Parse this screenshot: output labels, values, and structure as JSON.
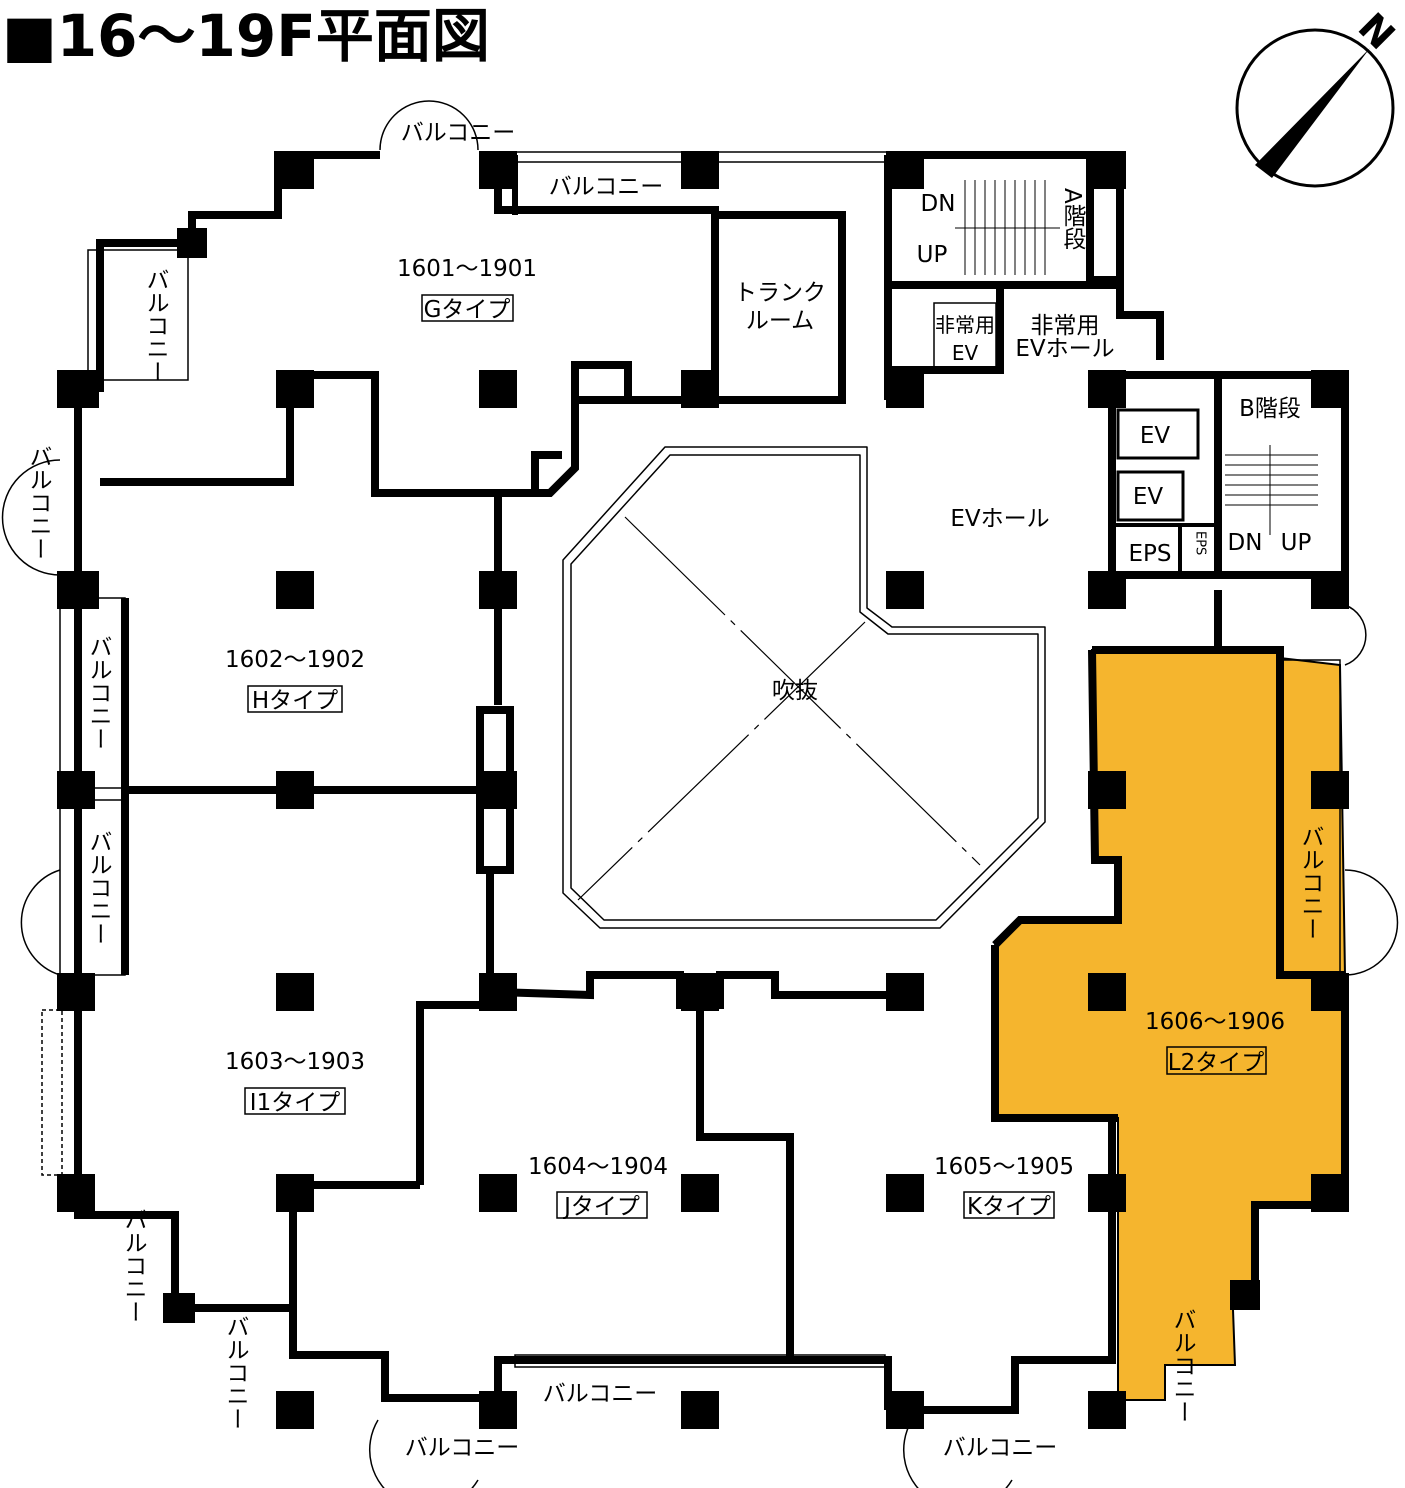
{
  "title": "■16〜19F平面図",
  "compass": {
    "label": "N"
  },
  "highlight_color": "#F5B52E",
  "units": [
    {
      "number": "1601〜1901",
      "type": "Gタイプ"
    },
    {
      "number": "1602〜1902",
      "type": "Hタイプ"
    },
    {
      "number": "1603〜1903",
      "type": "I1タイプ"
    },
    {
      "number": "1604〜1904",
      "type": "Jタイプ"
    },
    {
      "number": "1605〜1905",
      "type": "Kタイプ"
    },
    {
      "number": "1606〜1906",
      "type": "L2タイプ"
    }
  ],
  "rooms": {
    "trunk_room_1": "トランク",
    "trunk_room_2": "ルーム",
    "stair_a": "A階段",
    "stair_b": "B階段",
    "dn": "DN",
    "up": "UP",
    "emergency_ev_1": "非常用",
    "emergency_ev_2": "EV",
    "emergency_hall_1": "非常用",
    "emergency_hall_2": "EVホール",
    "ev": "EV",
    "eps": "EPS",
    "ev_hall": "EVホール",
    "atrium": "吹抜"
  },
  "balcony": "バルコニー"
}
